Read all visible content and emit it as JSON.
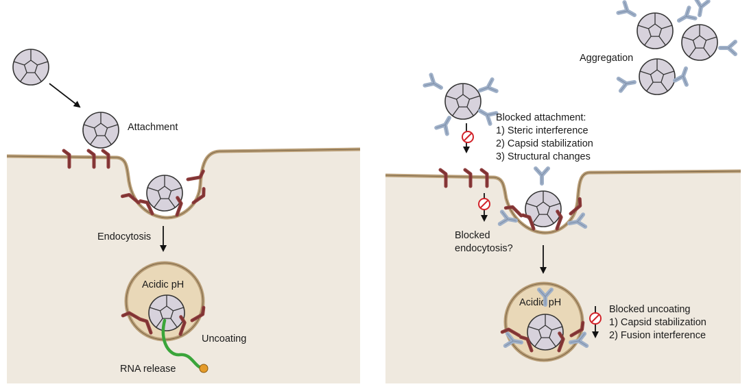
{
  "left_panel": {
    "attachment_label": "Attachment",
    "endocytosis_label": "Endocytosis",
    "acidic_label": "Acidic pH",
    "uncoating_label": "Uncoating",
    "rna_label": "RNA release"
  },
  "right_panel": {
    "aggregation_label": "Aggregation",
    "blocked_attachment": {
      "title": "Blocked attachment:",
      "items": [
        "1) Steric interference",
        "2) Capsid stabilization",
        "3) Structural changes"
      ]
    },
    "blocked_endocytosis": {
      "line1": "Blocked",
      "line2": "endocytosis?"
    },
    "acidic_label": "Acidic pH",
    "blocked_uncoating": {
      "title": "Blocked uncoating",
      "items": [
        "1) Capsid stabilization",
        "2) Fusion interference"
      ]
    }
  },
  "colors": {
    "cytoplasm": "#efe9df",
    "membrane": "#b99e77",
    "membrane_fill": "#e9d8b8",
    "receptor": "#8c3b3b",
    "antibody": "#9fb0c8",
    "capsid": "#d7d2dc",
    "rna": "#3aa53a",
    "rna_cap": "#e49b2a",
    "block_symbol": "#d2232a"
  }
}
